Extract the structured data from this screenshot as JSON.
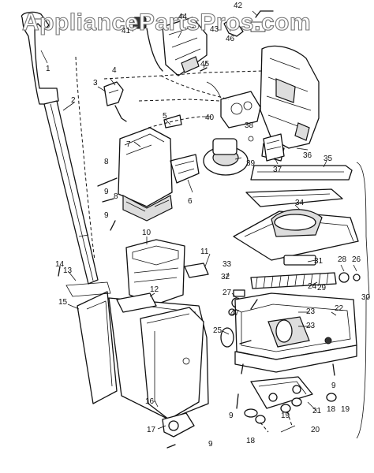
{
  "watermark": "AppliancePartsPros.com",
  "callouts": [
    "1",
    "2",
    "3",
    "4",
    "5",
    "6",
    "7",
    "8",
    "8",
    "9",
    "9",
    "9",
    "9",
    "9",
    "10",
    "11",
    "12",
    "13",
    "14",
    "15",
    "16",
    "17",
    "18",
    "18",
    "19",
    "19",
    "20",
    "21",
    "22",
    "23",
    "23",
    "24",
    "25",
    "26",
    "27",
    "28",
    "29",
    "30",
    "31",
    "32",
    "33",
    "34",
    "35",
    "36",
    "37",
    "38",
    "39",
    "40",
    "41",
    "42",
    "43",
    "44",
    "45",
    "46",
    "47"
  ]
}
